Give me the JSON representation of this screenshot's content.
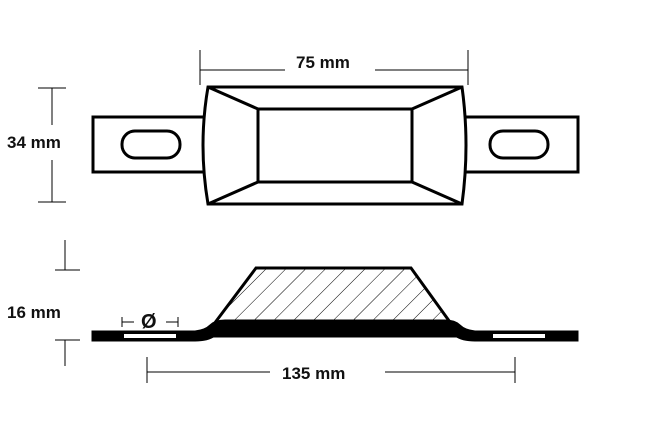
{
  "dimensions": {
    "width_label": "75 mm",
    "height_label": "34 mm",
    "thickness_label": "16 mm",
    "hole_label": "Ø",
    "length_label": "135 mm"
  }
}
